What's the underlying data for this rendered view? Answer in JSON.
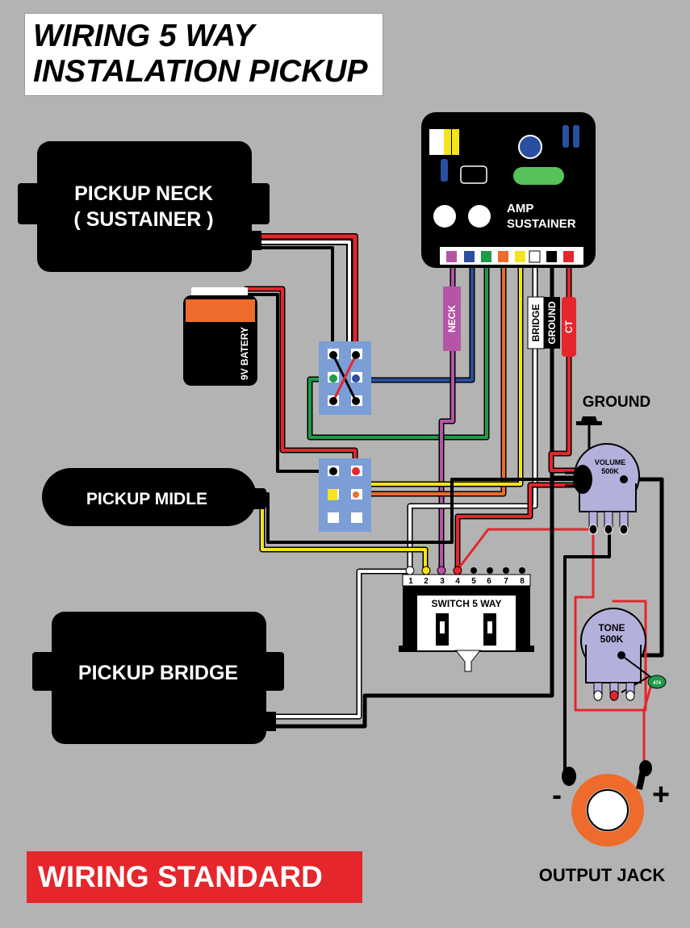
{
  "title": {
    "line1": "WIRING 5 WAY",
    "line2": "INSTALATION PICKUP"
  },
  "pickups": {
    "neck": {
      "line1": "PICKUP NECK",
      "line2": "( SUSTAINER )"
    },
    "middle": "PICKUP MIDLE",
    "bridge": "PICKUP BRIDGE"
  },
  "battery": "9V BATERY",
  "amp": {
    "line1": "AMP",
    "line2": "SUSTAINER"
  },
  "amp_wire_labels": {
    "neck": "NECK",
    "bridge": "BRIDGE",
    "ground": "GROUND",
    "ct": "CT"
  },
  "ground_label": "GROUND",
  "volume": {
    "line1": "VOLUME",
    "line2": "500K"
  },
  "tone": {
    "line1": "TONE",
    "line2": "500K"
  },
  "capacitor": "474",
  "switch": {
    "label": "SWITCH 5 WAY",
    "terminals": [
      "1",
      "2",
      "3",
      "4",
      "5",
      "6",
      "7",
      "8"
    ]
  },
  "jack": {
    "label": "OUTPUT JACK",
    "minus": "-",
    "plus": "+"
  },
  "footer": "WIRING STANDARD",
  "colors": {
    "background": "#b3b3b3",
    "red": "#e5262c",
    "white": "#ffffff",
    "black": "#000000",
    "blue": "#2a4fa0",
    "green": "#1e9b48",
    "yellow": "#f4e31f",
    "orange": "#ef6b2b",
    "purple": "#b555a6",
    "switch_block": "#7b9ed6",
    "pot": "#b4b0dc"
  }
}
